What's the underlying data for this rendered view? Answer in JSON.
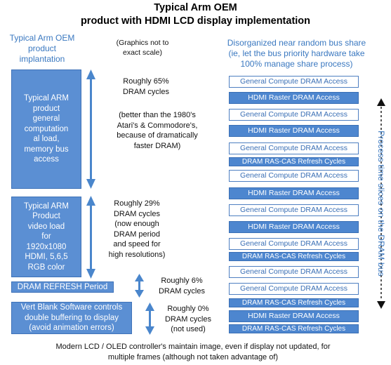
{
  "title_line1": "Typical Arm OEM",
  "title_line2": "product with HDMI LCD display implementation",
  "left_header": [
    "Typical Arm OEM",
    "product",
    "implantation"
  ],
  "mid_header": [
    "(Graphics not to",
    "exact scale)"
  ],
  "right_header": [
    "Disorganized near random bus share",
    "(ie, let the bus priority hardware take",
    "100% manage share process)"
  ],
  "boxes": {
    "general": [
      "Typical ARM",
      "product",
      "general",
      "computation",
      "al load,",
      "memory bus",
      "access"
    ],
    "video": [
      "Typical ARM",
      "Product",
      "video load",
      "for",
      "1920x1080",
      "HDMI, 5,6,5",
      "RGB color"
    ],
    "refresh": "DRAM REFRESH Period",
    "vblank": [
      "Vert Blank Software controls",
      "double buffering to display",
      "(avoid animation errors)"
    ]
  },
  "notes": {
    "n65": [
      "Roughly 65%",
      "DRAM cycles"
    ],
    "n65_detail": [
      "(better than the 1980's",
      "Atari's & Commodore's,",
      "because of dramatically",
      "faster DRAM)"
    ],
    "n29": [
      "Roughly 29%",
      "DRAM cycles",
      "(now enough",
      "DRAM period",
      "and speed for",
      "high resolutions)"
    ],
    "n6": [
      "Roughly 6%",
      "DRAM cycles"
    ],
    "n0": [
      "Roughly 0%",
      "DRAM cycles",
      "(not used)"
    ]
  },
  "strip_labels": {
    "compute": "General Compute DRAM Access",
    "hdmi": "HDMI Raster DRAM Access",
    "refresh": "DRAM RAS-CAS Refresh Cycles"
  },
  "strips": [
    "compute",
    "hdmi",
    "compute",
    "hdmi",
    "compute",
    "refresh",
    "compute",
    "hdmi",
    "compute",
    "hdmi",
    "compute",
    "refresh",
    "compute",
    "compute",
    "refresh",
    "hdmi",
    "refresh"
  ],
  "side_label": "Process time slices on the DRAM bus",
  "footer": [
    "Modern LCD / OLED controller's maintain image, even if display not updated, for",
    "multiple frames (although not taken advantage of)"
  ],
  "colors": {
    "accent": "#3a78c0",
    "box_fill": "#5b8fd3",
    "arrow": "#4a86cc"
  }
}
